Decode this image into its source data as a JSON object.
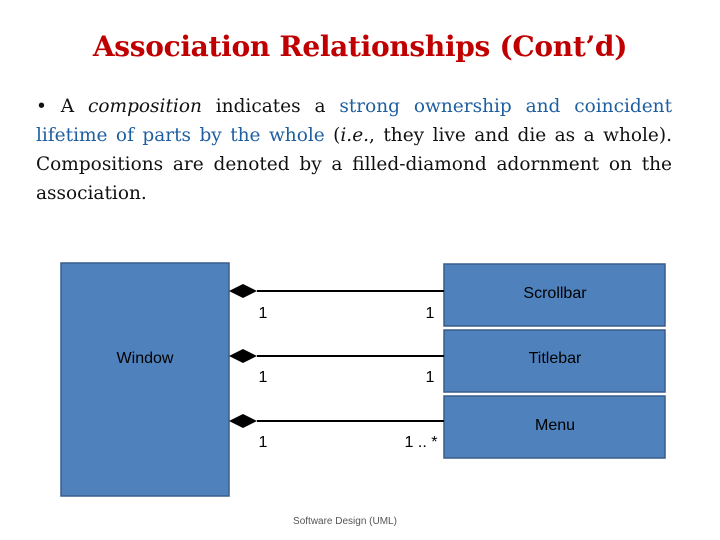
{
  "slide": {
    "title": "Association Relationships (Cont’d)",
    "paragraph": {
      "bullet": "•",
      "intro": "A ",
      "term": "composition",
      "mid": " indicates a ",
      "highlight": "strong ownership and coincident lifetime of parts by the whole",
      "paren_open": " (",
      "ie": "i.e.",
      "rest": ", they live and die as a whole). Compositions are denoted by a filled-diamond adornment on the association."
    },
    "footer": "Software Design (UML)"
  },
  "diagram": {
    "whole": {
      "label": "Window"
    },
    "parts": [
      {
        "label": "Scrollbar",
        "whole_mult": "1",
        "part_mult": "1"
      },
      {
        "label": "Titlebar",
        "whole_mult": "1",
        "part_mult": "1"
      },
      {
        "label": "Menu",
        "whole_mult": "1",
        "part_mult": "1 .. *"
      }
    ],
    "colors": {
      "class_fill": "#4f81bd",
      "class_stroke": "#385d8a",
      "line": "#000000",
      "diamond": "#000000"
    }
  }
}
